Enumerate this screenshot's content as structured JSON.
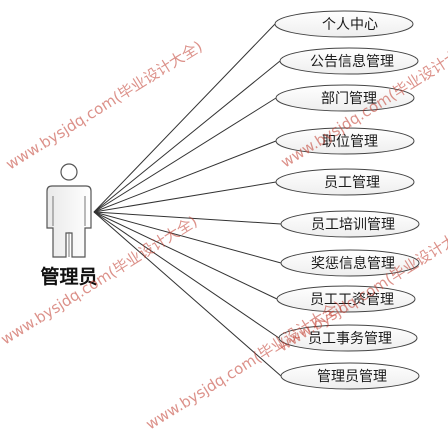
{
  "actor": {
    "label": "管理员"
  },
  "use_cases": [
    {
      "label": "个人中心"
    },
    {
      "label": "公告信息管理"
    },
    {
      "label": "部门管理"
    },
    {
      "label": "职位管理"
    },
    {
      "label": "员工管理"
    },
    {
      "label": "员工培训管理"
    },
    {
      "label": "奖惩信息管理"
    },
    {
      "label": "员工工资管理"
    },
    {
      "label": "员工事务管理"
    },
    {
      "label": "管理员管理"
    }
  ],
  "watermark": {
    "text": "www.bysjdq.com(毕业设计大全)",
    "color": "#c0392b"
  },
  "colors": {
    "line": "#333333",
    "ellipse_stroke": "#444444",
    "ellipse_fill": "#f4f4f4"
  }
}
